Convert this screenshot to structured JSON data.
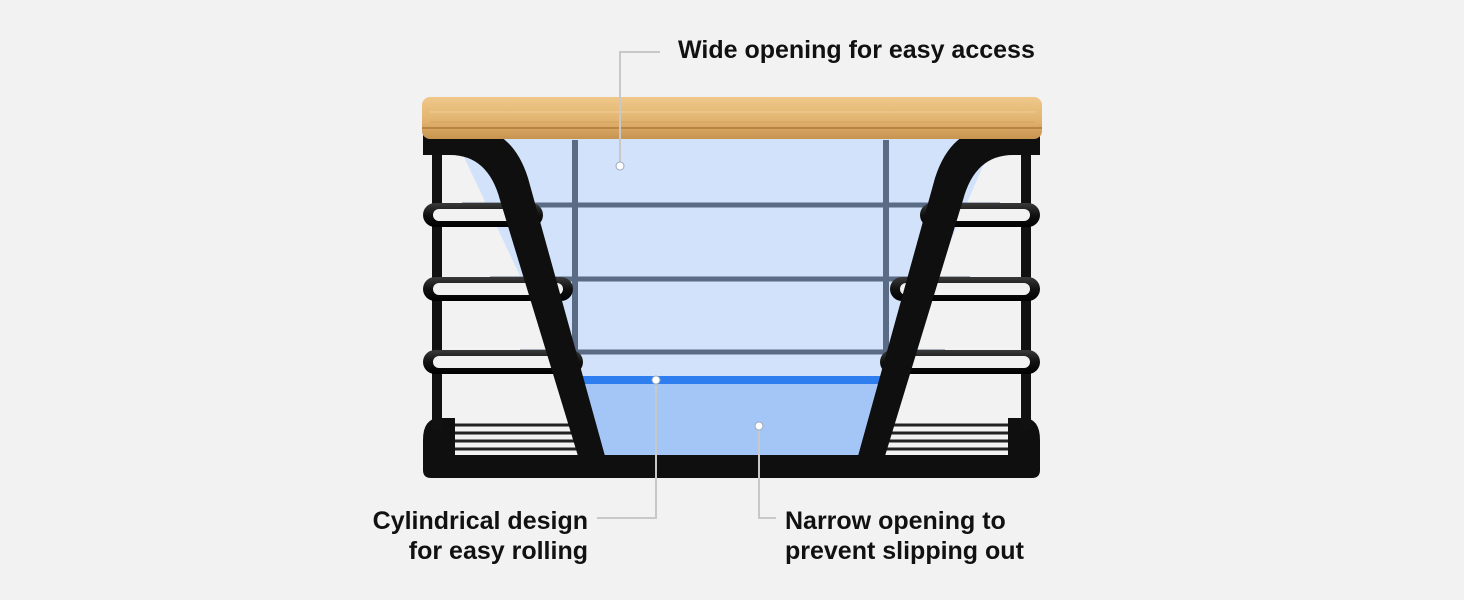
{
  "callouts": {
    "top": {
      "text": "Wide opening for easy access"
    },
    "left": {
      "lines": [
        "Cylindrical design",
        "for easy rolling"
      ]
    },
    "right": {
      "lines": [
        "Narrow opening to",
        "prevent slipping out"
      ]
    }
  },
  "colors": {
    "background": "#f2f2f2",
    "wood": "#e2b470",
    "frame": "#111111",
    "opening_fill": "#cfe0fa",
    "narrow_fill": "#9fc3f5",
    "highlight_bar": "#2f7ef0",
    "leader_line": "#c8c8c8"
  },
  "icons": [
    "wooden-lid",
    "black-metal-frame",
    "callout-dot"
  ]
}
